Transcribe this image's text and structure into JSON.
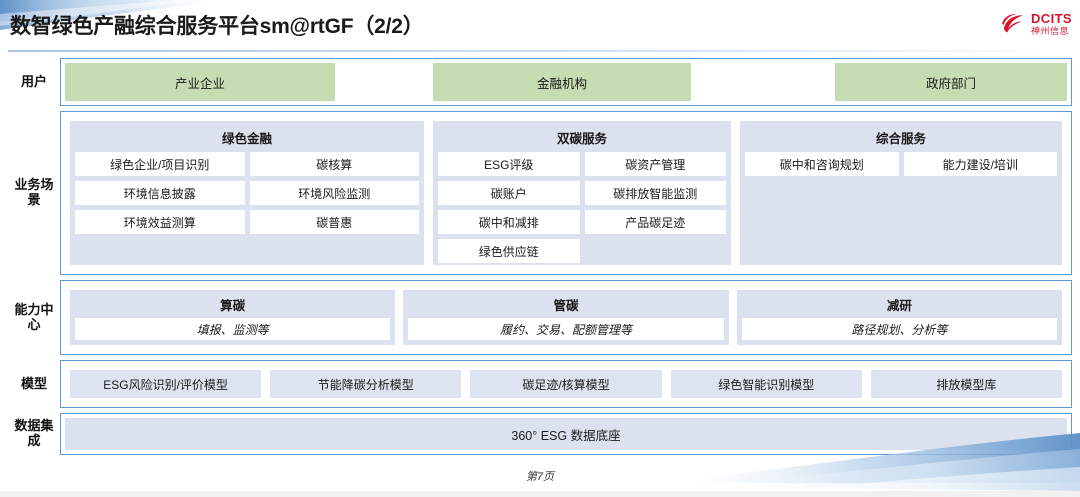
{
  "header": {
    "title": "数智绿色产融综合服务平台sm@rtGF（2/2）",
    "logo_name": "DCITS",
    "logo_sub": "神州信息",
    "logo_icon": "dcits-swoosh-logo-icon",
    "brand_color": "#d7142b",
    "rule_color": "#a9c6e8"
  },
  "bands": {
    "users": {
      "label": "用户",
      "boxes": [
        {
          "label": "产业企业"
        },
        {
          "label": "金融机构"
        },
        {
          "label": "政府部门"
        }
      ],
      "box_color": "#c6ddb3"
    },
    "scenarios": {
      "label": "业务场\n景",
      "label_line1": "业务场",
      "label_line2": "景",
      "groups": [
        {
          "title": "绿色金融",
          "tiles": [
            "绿色企业/项目识别",
            "碳核算",
            "环境信息披露",
            "环境风险监测",
            "环境效益测算",
            "碳普惠"
          ]
        },
        {
          "title": "双碳服务",
          "tiles": [
            "ESG评级",
            "碳资产管理",
            "碳账户",
            "碳排放智能监测",
            "碳中和减排",
            "产品碳足迹",
            "绿色供应链"
          ]
        },
        {
          "title": "综合服务",
          "tiles": [
            "碳中和咨询规划",
            "能力建设/培训"
          ]
        }
      ],
      "panel_color": "#dbe1ef"
    },
    "capability": {
      "label_line1": "能力中",
      "label_line2": "心",
      "groups": [
        {
          "title": "算碳",
          "desc": "填报、监测等"
        },
        {
          "title": "管碳",
          "desc": "履约、交易、配额管理等"
        },
        {
          "title": "减研",
          "desc": "路径规划、分析等"
        }
      ]
    },
    "model": {
      "label": "模型",
      "boxes": [
        "ESG风险识别/评价模型",
        "节能降碳分析模型",
        "碳足迹/核算模型",
        "绿色智能识别模型",
        "排放模型库"
      ],
      "box_color": "#dde3f0"
    },
    "data": {
      "label_line1": "数据集",
      "label_line2": "成",
      "box_label": "360° ESG 数据底座"
    }
  },
  "footer": {
    "page_label": "第7页"
  }
}
